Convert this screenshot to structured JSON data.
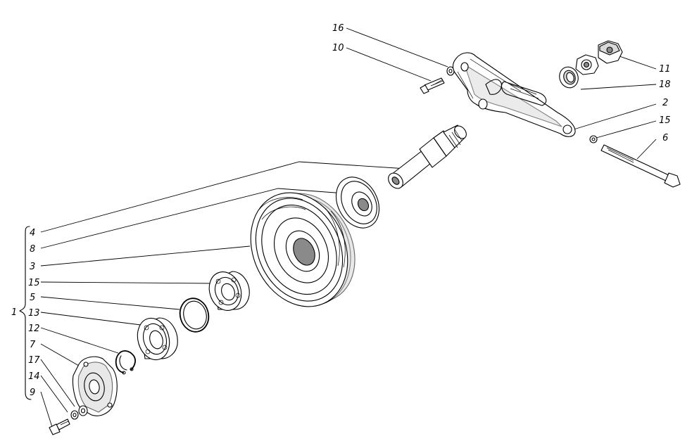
{
  "callouts": {
    "c16": "16",
    "c10": "10",
    "c11": "11",
    "c18": "18",
    "c2": "2",
    "c15r": "15",
    "c6": "6",
    "c4": "4",
    "c8": "8",
    "c3": "3",
    "c15l": "15",
    "c5": "5",
    "c13": "13",
    "c12": "12",
    "c7": "7",
    "c17": "17",
    "c14": "14",
    "c9": "9",
    "c1": "1"
  }
}
